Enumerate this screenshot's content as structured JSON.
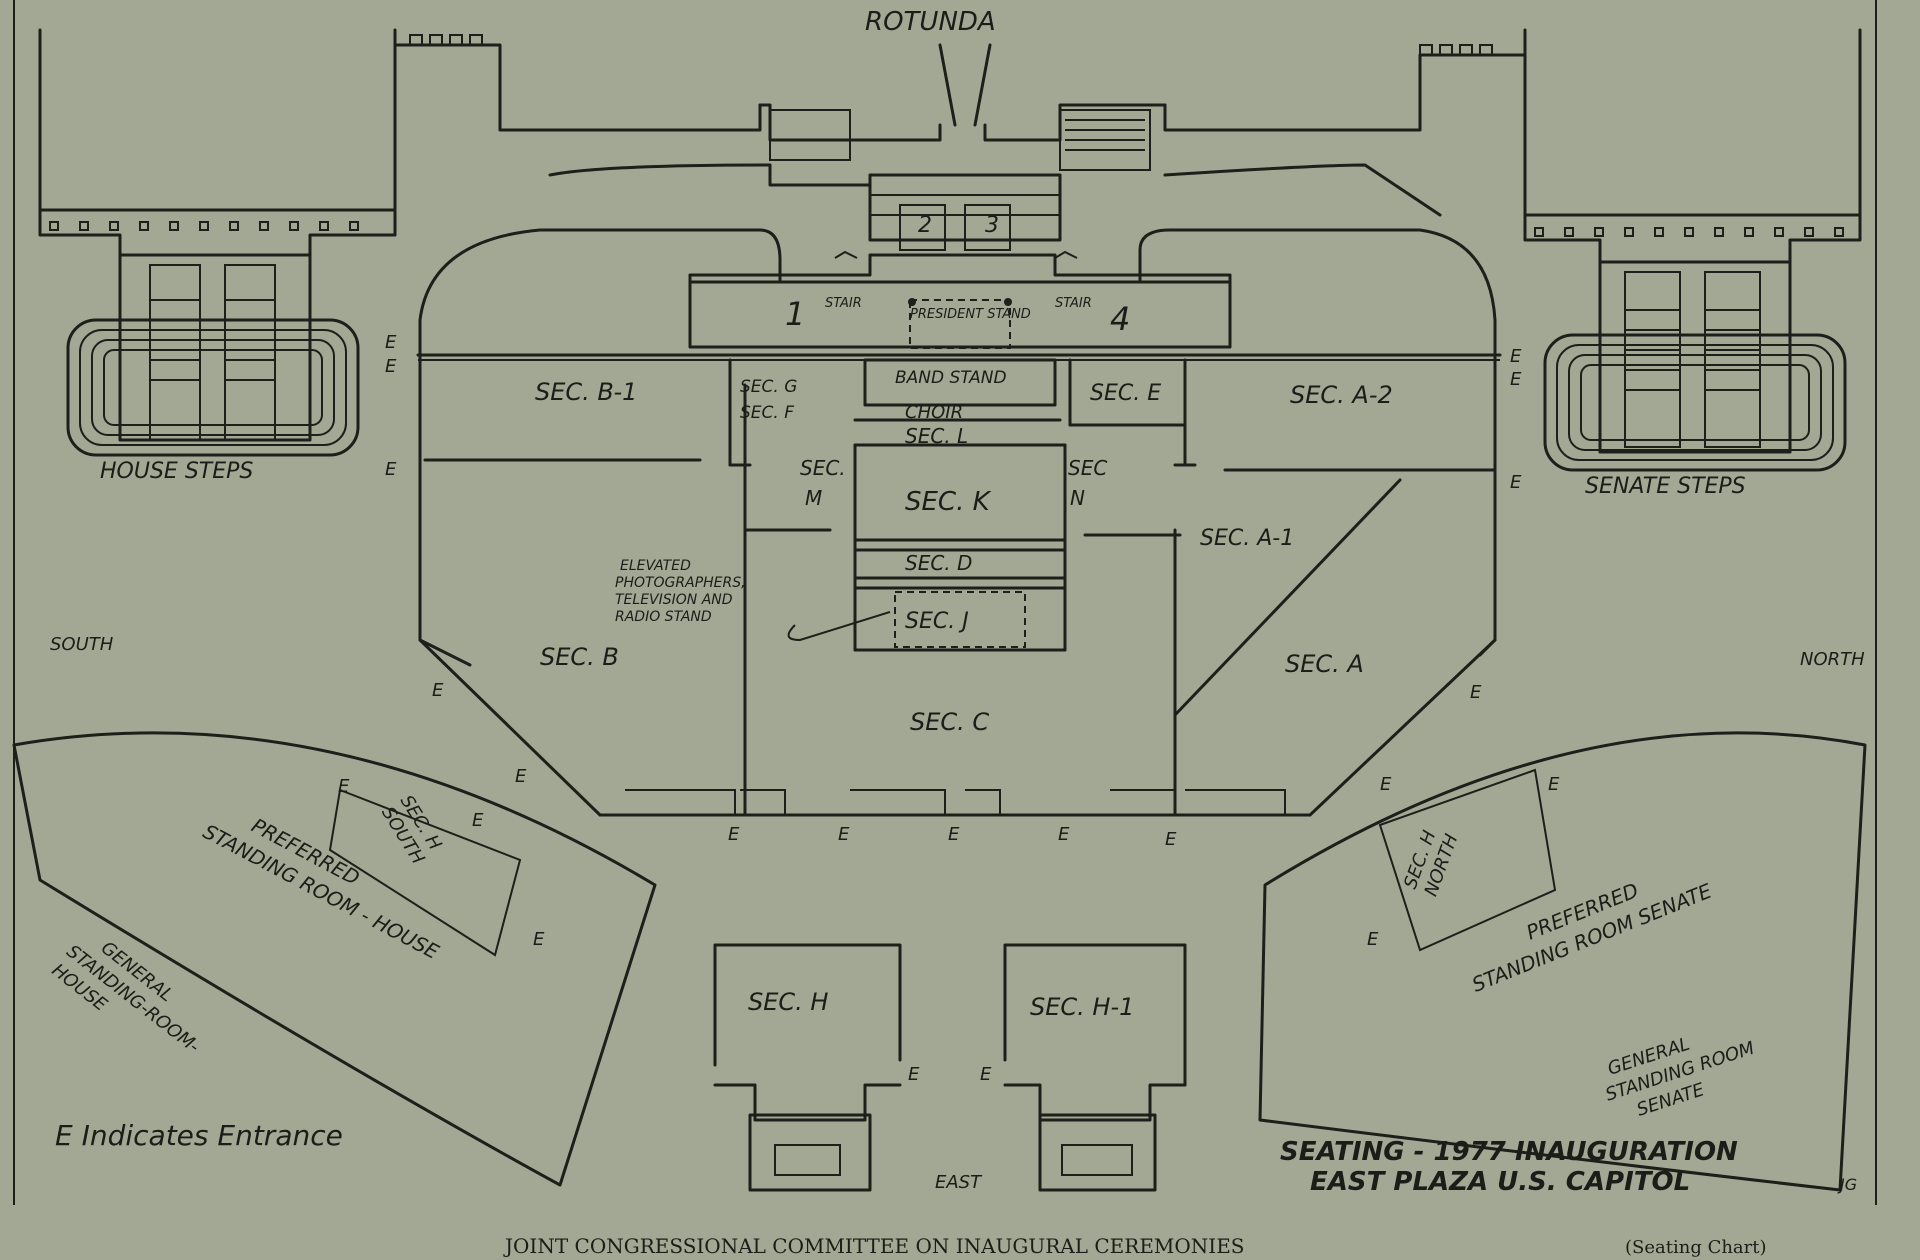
{
  "labels": {
    "rotunda": "ROTUNDA",
    "president_stand": "PRESIDENT STAND",
    "band_stand": "BAND STAND",
    "choir": "CHOIR",
    "stair": "STAIR",
    "area_1": "1",
    "area_2": "2",
    "area_3": "3",
    "area_4": "4",
    "house_steps": "HOUSE STEPS",
    "senate_steps": "SENATE STEPS",
    "south": "SOUTH",
    "north": "NORTH",
    "east": "EAST",
    "elevated": [
      "ELEVATED",
      "PHOTOGRAPHERS,",
      "TELEVISION AND",
      "RADIO STAND"
    ],
    "preferred_house": [
      "PREFERRED",
      "STANDING ROOM - HOUSE"
    ],
    "general_house": [
      "GENERAL",
      "STANDING-ROOM-",
      "HOUSE"
    ],
    "preferred_senate": [
      "PREFERRED",
      "STANDING ROOM SENATE"
    ],
    "general_senate": [
      "GENERAL",
      "STANDING ROOM",
      "SENATE"
    ],
    "legend": "E Indicates Entrance",
    "entrance_mark": "E",
    "initials": "JG"
  },
  "sections": {
    "b1": "SEC. B-1",
    "b": "SEC. B",
    "g": "SEC. G",
    "f": "SEC. F",
    "m": [
      "SEC.",
      "M"
    ],
    "l": "SEC. L",
    "k": "SEC. K",
    "n": [
      "SEC",
      "N"
    ],
    "d": "SEC. D",
    "j": "SEC. J",
    "c": "SEC. C",
    "e": "SEC. E",
    "a2": "SEC. A-2",
    "a1": "SEC. A-1",
    "a": "SEC. A",
    "h": "SEC. H",
    "h1": "SEC. H-1",
    "h_south": [
      "SEC. H",
      "SOUTH"
    ],
    "h_north": [
      "SEC. H",
      "NORTH"
    ]
  },
  "title": {
    "line1": "SEATING - 1977 INAUGURATION",
    "line2": "EAST PLAZA U.S. CAPITOL"
  },
  "footer": {
    "committee": "JOINT CONGRESSIONAL COMMITTEE ON INAUGURAL CEREMONIES",
    "caption": "(Seating Chart)"
  }
}
